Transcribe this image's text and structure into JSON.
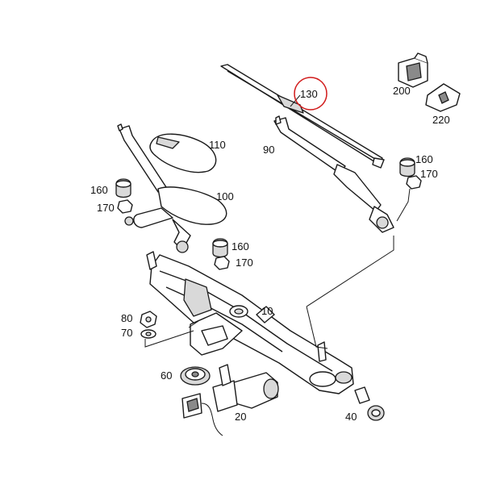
{
  "diagram": {
    "highlight_color": "#d11a1a",
    "line_color": "#1a1a1a",
    "callouts": [
      {
        "id": "130",
        "text": "130"
      },
      {
        "id": "200",
        "text": "200"
      },
      {
        "id": "220",
        "text": "220"
      },
      {
        "id": "110",
        "text": "110"
      },
      {
        "id": "90",
        "text": "90"
      },
      {
        "id": "160a",
        "text": "160"
      },
      {
        "id": "170a",
        "text": "170"
      },
      {
        "id": "160b",
        "text": "160"
      },
      {
        "id": "170b",
        "text": "170"
      },
      {
        "id": "100",
        "text": "100"
      },
      {
        "id": "160c",
        "text": "160"
      },
      {
        "id": "170c",
        "text": "170"
      },
      {
        "id": "10",
        "text": "10"
      },
      {
        "id": "80",
        "text": "80"
      },
      {
        "id": "70",
        "text": "70"
      },
      {
        "id": "60",
        "text": "60"
      },
      {
        "id": "20",
        "text": "20"
      },
      {
        "id": "40",
        "text": "40"
      }
    ],
    "highlighted_callout": "130"
  }
}
